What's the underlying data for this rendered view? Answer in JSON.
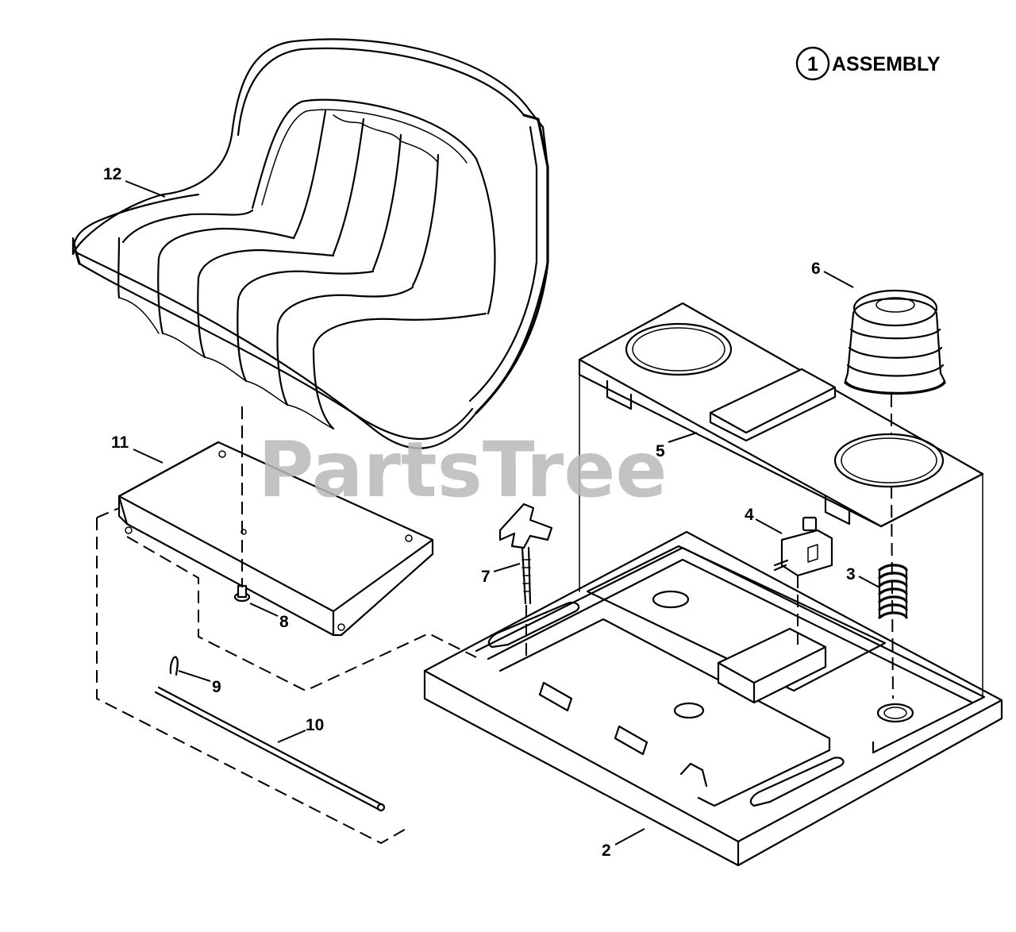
{
  "watermark": "PartsTree",
  "assembly": {
    "symbol_number": "1",
    "label": "ASSEMBLY"
  },
  "callouts": [
    "2",
    "3",
    "4",
    "5",
    "6",
    "7",
    "8",
    "9",
    "10",
    "11",
    "12"
  ]
}
